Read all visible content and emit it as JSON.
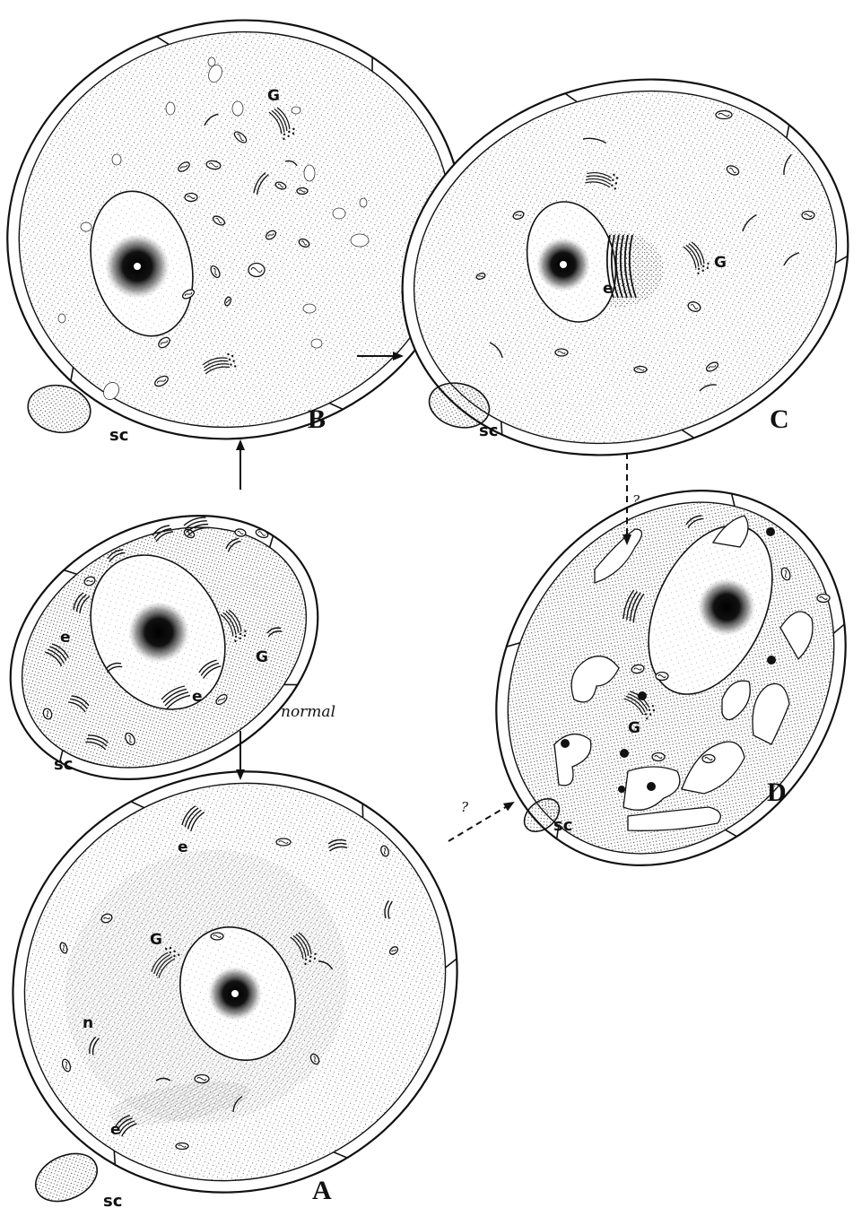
{
  "figure": {
    "labels": {
      "normal": "normal",
      "question": "?",
      "sc": "sc",
      "golgi": "G",
      "er": "e",
      "nucleus_n": "n"
    },
    "panels": [
      {
        "id": "normal",
        "letter": ""
      },
      {
        "id": "A",
        "letter": "A"
      },
      {
        "id": "B",
        "letter": "B"
      },
      {
        "id": "C",
        "letter": "C"
      },
      {
        "id": "D",
        "letter": "D"
      }
    ],
    "arrows": [
      {
        "from": "normal",
        "to": "B",
        "style": "solid"
      },
      {
        "from": "normal",
        "to": "A",
        "style": "solid"
      },
      {
        "from": "B",
        "to": "C",
        "style": "solid"
      },
      {
        "from": "C",
        "to": "D",
        "style": "dashed",
        "label": "?"
      },
      {
        "from": "A",
        "to": "D",
        "style": "dashed",
        "label": "?"
      }
    ]
  }
}
